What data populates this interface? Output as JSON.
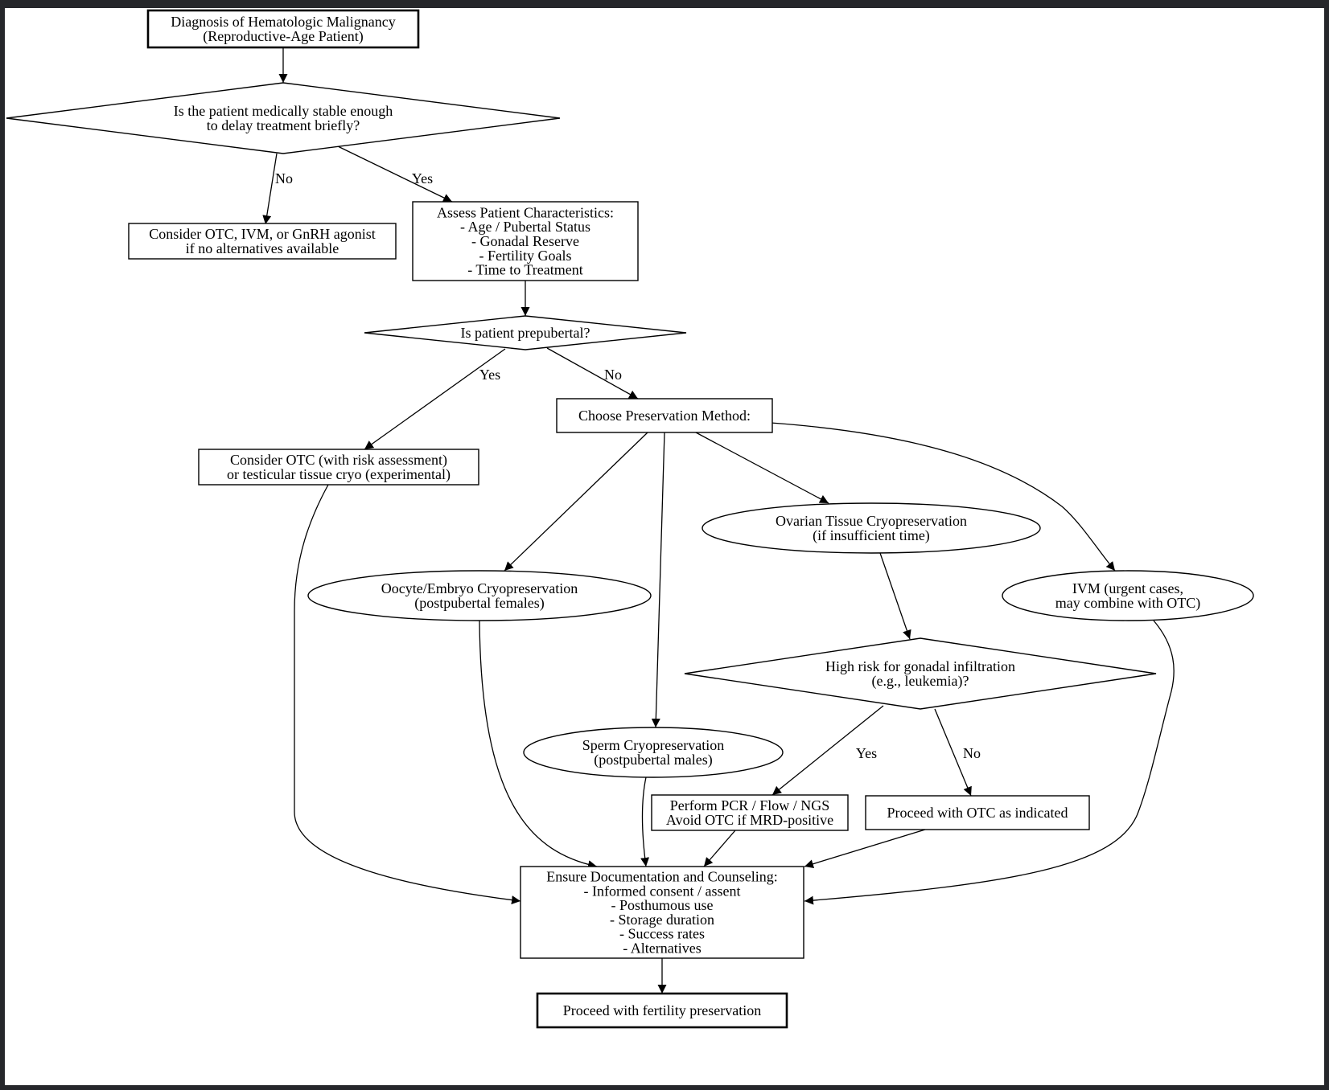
{
  "colors": {
    "default": "#000000",
    "oocyte": "#33ee33",
    "ovarian": "#f5a623",
    "ivm": "#f2f200",
    "sperm": "#2222dd"
  },
  "nodes": {
    "diagnosis": {
      "shape": "box-bold",
      "lines": [
        "Diagnosis of Hematologic Malignancy",
        "(Reproductive-Age Patient)"
      ]
    },
    "stable": {
      "shape": "diamond",
      "lines": [
        "Is the patient medically stable enough",
        "to delay treatment briefly?"
      ]
    },
    "urgent": {
      "shape": "box",
      "lines": [
        "Consider OTC, IVM, or GnRH agonist",
        "if no alternatives available"
      ]
    },
    "assess": {
      "shape": "box",
      "lines": [
        "Assess Patient Characteristics:",
        "- Age / Pubertal Status",
        "- Gonadal Reserve",
        "- Fertility Goals",
        "- Time to Treatment"
      ]
    },
    "prepubertal": {
      "shape": "diamond",
      "lines": [
        "Is patient prepubertal?"
      ]
    },
    "prepub_otc": {
      "shape": "box",
      "lines": [
        "Consider OTC (with risk assessment)",
        "or testicular tissue cryo (experimental)"
      ]
    },
    "choose": {
      "shape": "box",
      "lines": [
        "Choose Preservation Method:"
      ]
    },
    "oocyte": {
      "shape": "ellipse",
      "color": "oocyte",
      "lines": [
        "Oocyte/Embryo Cryopreservation",
        "(postpubertal females)"
      ]
    },
    "ovarian": {
      "shape": "ellipse",
      "color": "ovarian",
      "lines": [
        "Ovarian Tissue Cryopreservation",
        "(if insufficient time)"
      ]
    },
    "ivm": {
      "shape": "ellipse",
      "color": "ivm",
      "lines": [
        "IVM (urgent cases,",
        "may combine with OTC)"
      ]
    },
    "sperm": {
      "shape": "ellipse",
      "color": "sperm",
      "lines": [
        "Sperm Cryopreservation",
        "(postpubertal males)"
      ]
    },
    "infiltration": {
      "shape": "diamond",
      "lines": [
        "High risk for gonadal infiltration",
        "(e.g., leukemia)?"
      ]
    },
    "pcr": {
      "shape": "box",
      "lines": [
        "Perform PCR / Flow / NGS",
        "Avoid OTC if MRD-positive"
      ]
    },
    "proceed_otc": {
      "shape": "box",
      "lines": [
        "Proceed with OTC as indicated"
      ]
    },
    "document": {
      "shape": "box",
      "lines": [
        "Ensure Documentation and Counseling:",
        "- Informed consent / assent",
        "- Posthumous use",
        "- Storage duration",
        "- Success rates",
        "- Alternatives"
      ]
    },
    "final": {
      "shape": "box-bold",
      "lines": [
        "Proceed with fertility preservation"
      ]
    }
  },
  "edges": [
    {
      "from": "diagnosis",
      "to": "stable",
      "label": ""
    },
    {
      "from": "stable",
      "to": "urgent",
      "label": "No"
    },
    {
      "from": "stable",
      "to": "assess",
      "label": "Yes"
    },
    {
      "from": "assess",
      "to": "prepubertal",
      "label": ""
    },
    {
      "from": "prepubertal",
      "to": "prepub_otc",
      "label": "Yes"
    },
    {
      "from": "prepubertal",
      "to": "choose",
      "label": "No"
    },
    {
      "from": "choose",
      "to": "oocyte",
      "label": ""
    },
    {
      "from": "choose",
      "to": "sperm",
      "label": ""
    },
    {
      "from": "choose",
      "to": "ovarian",
      "label": ""
    },
    {
      "from": "choose",
      "to": "ivm",
      "label": ""
    },
    {
      "from": "ovarian",
      "to": "infiltration",
      "label": ""
    },
    {
      "from": "infiltration",
      "to": "pcr",
      "label": "Yes"
    },
    {
      "from": "infiltration",
      "to": "proceed_otc",
      "label": "No"
    },
    {
      "from": "prepub_otc",
      "to": "document",
      "label": ""
    },
    {
      "from": "oocyte",
      "to": "document",
      "label": ""
    },
    {
      "from": "sperm",
      "to": "document",
      "label": ""
    },
    {
      "from": "pcr",
      "to": "document",
      "label": ""
    },
    {
      "from": "proceed_otc",
      "to": "document",
      "label": ""
    },
    {
      "from": "ivm",
      "to": "document",
      "label": ""
    },
    {
      "from": "document",
      "to": "final",
      "label": ""
    }
  ]
}
